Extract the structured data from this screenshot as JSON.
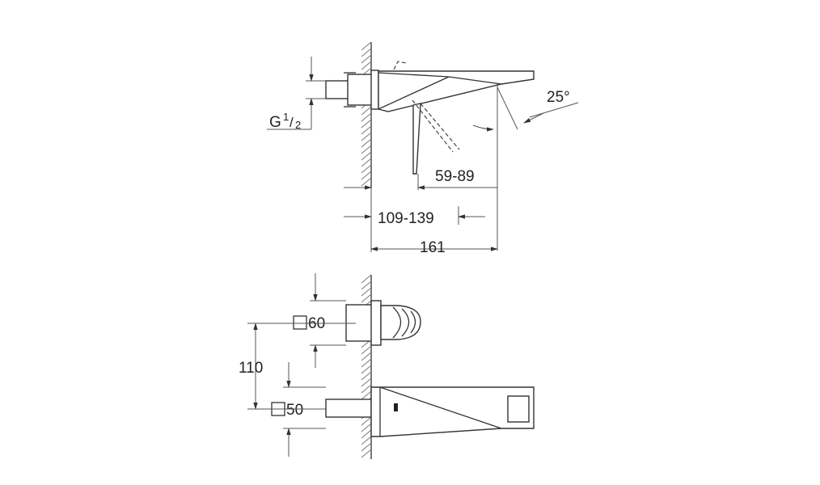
{
  "labels": {
    "thread": "G",
    "thread_num": "1",
    "thread_den": "2",
    "angle": "25°",
    "dim_59_89": "59-89",
    "dim_109_139": "109-139",
    "dim_161": "161",
    "dim_60": "60",
    "dim_110": "110",
    "dim_50": "50"
  }
}
